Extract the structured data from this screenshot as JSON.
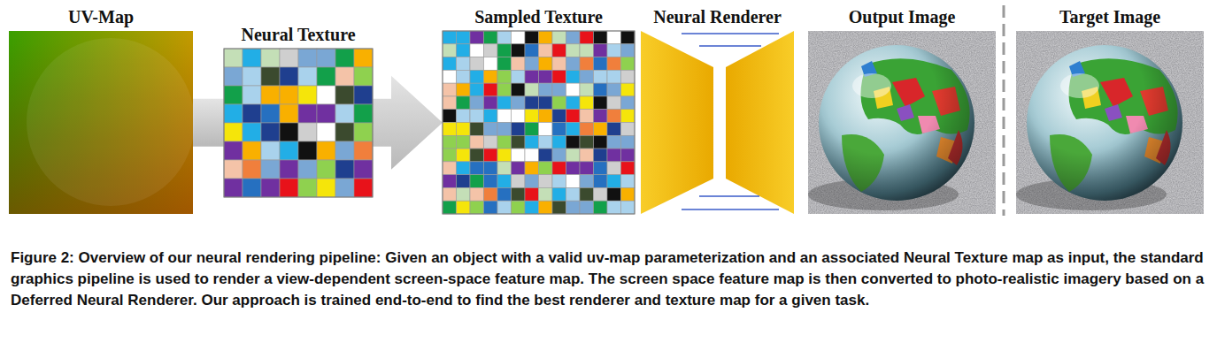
{
  "diagram": {
    "caption": "Figure 2: Overview of our neural rendering pipeline: Given an object with a valid uv-map parameterization and an associated Neural Texture map as input, the standard graphics pipeline is used to render a view-dependent screen-space feature map. The screen space feature map is then converted to photo-realistic imagery based on a Deferred Neural Renderer. Our approach is trained end-to-end to find the best renderer and texture map for a given task.",
    "nodes": [
      {
        "text": [
          "UV-Map"
        ]
      },
      {
        "text": [
          "Neural Texture"
        ]
      },
      {
        "text": [
          "Sampled Texture"
        ]
      },
      {
        "text": [
          "Neural Renderer"
        ]
      },
      {
        "text": [
          "Output Image"
        ]
      },
      {
        "text": [
          "Target Image"
        ]
      }
    ],
    "edges": [
      {
        "from": 0,
        "to": 1,
        "arrow": "none"
      },
      {
        "from": 1,
        "to": 2,
        "arrow": "to"
      }
    ]
  }
}
